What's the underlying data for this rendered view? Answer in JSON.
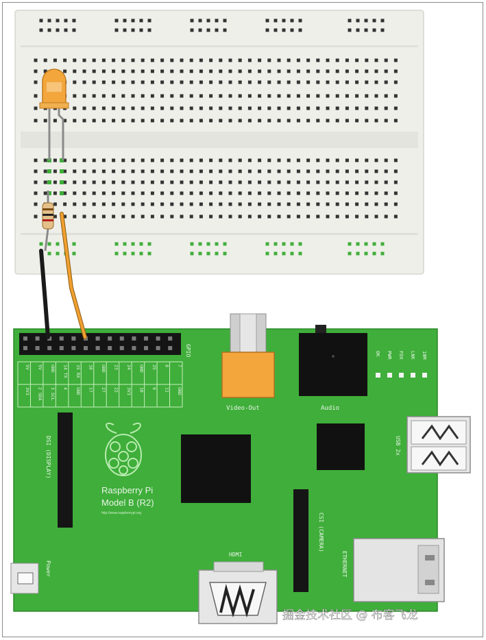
{
  "board": {
    "name": "Raspberry Pi",
    "model": "Model B (R2)",
    "url": "http://www.raspberrypi.org",
    "gpio_label": "GPIO",
    "video_out_label": "Video-Out",
    "audio_label": "Audio",
    "usb_label": "USB 2x",
    "hdmi_label": "HDMI",
    "dsi_label": "DSI (DISPLAY)",
    "csi_label": "CSI (CAMERA)",
    "ethernet_label": "ETHERNET",
    "power_label": "Power",
    "status_leds": [
      "OK",
      "PWR",
      "FDX",
      "LNK",
      "10M"
    ],
    "gpio_top_labels": [
      "5V",
      "5V",
      "GND",
      "14 TX",
      "15 RX",
      "18",
      "GND",
      "23",
      "24",
      "GND",
      "25",
      "8",
      "7"
    ],
    "gpio_bottom_labels": [
      "3V3",
      "2 SDA",
      "3 SCL",
      "4",
      "GND",
      "17",
      "27",
      "22",
      "3V3",
      "10",
      "9",
      "11",
      "GND"
    ]
  },
  "watermark": "掘金技术社区 @ 布客飞龙",
  "colors": {
    "pcb": "#3fae3a",
    "pcb_dark": "#2d8f2a",
    "chip": "#111111",
    "led": "#f3a63c",
    "resistor": "#c98a2e",
    "wire_black": "#1a1a1a",
    "wire_orange": "#f0a030",
    "breadboard": "#efefe9",
    "hole_green": "#3fae3a"
  }
}
